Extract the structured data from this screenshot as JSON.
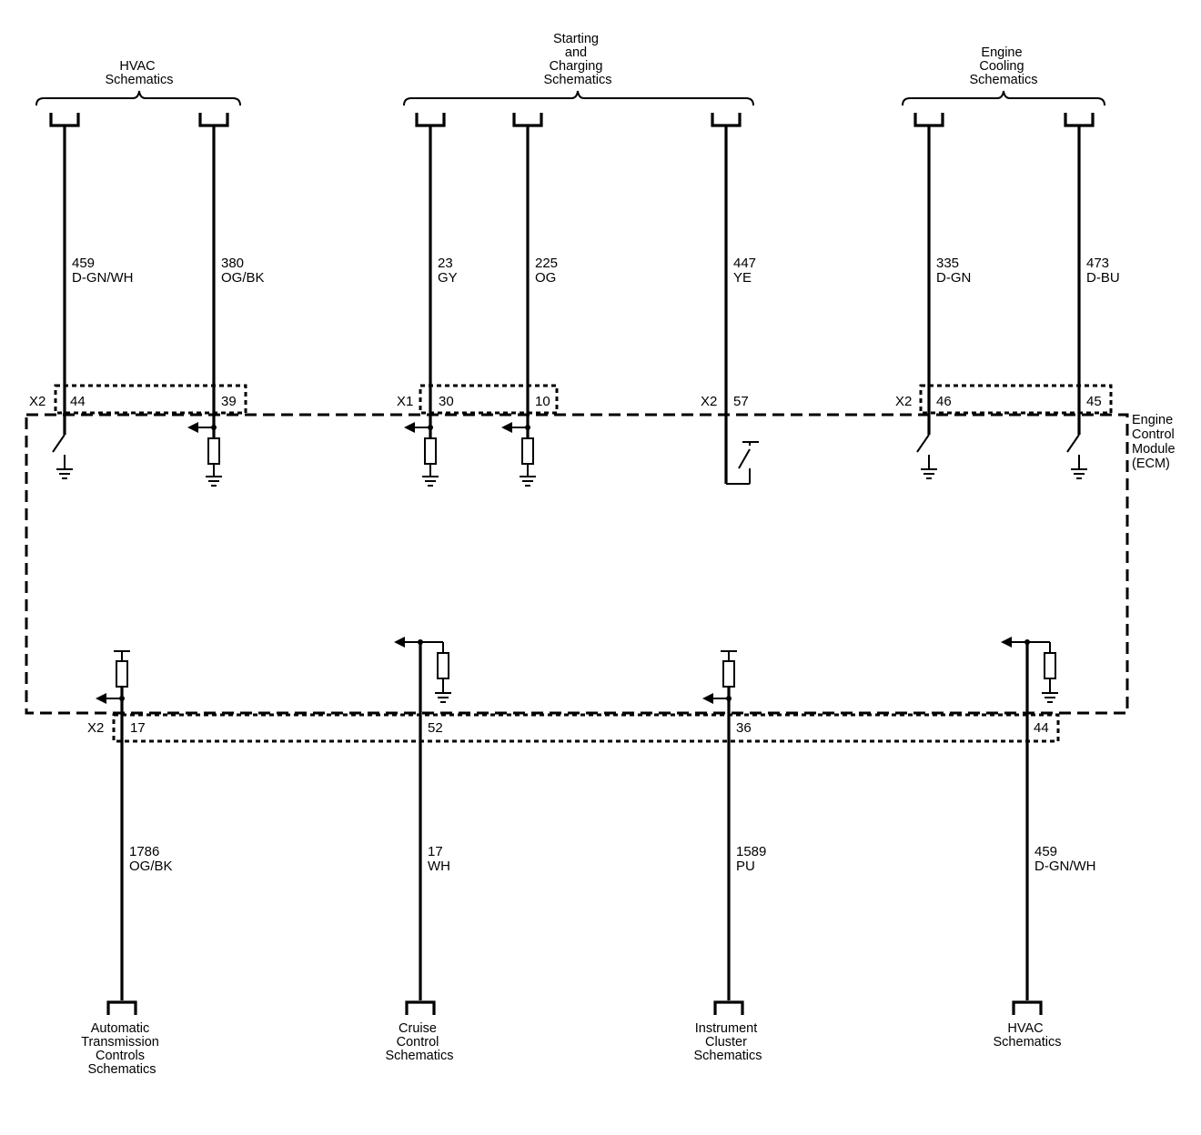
{
  "module": {
    "lines": [
      "Engine",
      "Control",
      "Module",
      "(ECM)"
    ]
  },
  "top_groups": [
    {
      "lines": [
        "HVAC",
        "Schematics"
      ]
    },
    {
      "lines": [
        "Starting",
        "and",
        "Charging",
        "Schematics"
      ]
    },
    {
      "lines": [
        "Engine",
        "Cooling",
        "Schematics"
      ]
    }
  ],
  "top_connectors": [
    {
      "name": "X2",
      "pins": [
        "44",
        "39"
      ]
    },
    {
      "name": "X1",
      "pins": [
        "30",
        "10"
      ]
    },
    {
      "name": "X2",
      "pins": [
        "57"
      ]
    },
    {
      "name": "X2",
      "pins": [
        "46",
        "45"
      ]
    }
  ],
  "top_circuits": [
    {
      "circuit": "459",
      "color": "D-GN/WH"
    },
    {
      "circuit": "380",
      "color": "OG/BK"
    },
    {
      "circuit": "23",
      "color": "GY"
    },
    {
      "circuit": "225",
      "color": "OG"
    },
    {
      "circuit": "447",
      "color": "YE"
    },
    {
      "circuit": "335",
      "color": "D-GN"
    },
    {
      "circuit": "473",
      "color": "D-BU"
    }
  ],
  "bottom_connector": {
    "name": "X2",
    "pins": [
      "17",
      "52",
      "36",
      "44"
    ]
  },
  "bottom_circuits": [
    {
      "circuit": "1786",
      "color": "OG/BK"
    },
    {
      "circuit": "17",
      "color": "WH"
    },
    {
      "circuit": "1589",
      "color": "PU"
    },
    {
      "circuit": "459",
      "color": "D-GN/WH"
    }
  ],
  "bottom_destinations": [
    {
      "lines": [
        "Automatic",
        "Transmission",
        "Controls",
        "Schematics"
      ]
    },
    {
      "lines": [
        "Cruise",
        "Control",
        "Schematics"
      ]
    },
    {
      "lines": [
        "Instrument",
        "Cluster",
        "Schematics"
      ]
    },
    {
      "lines": [
        "HVAC",
        "Schematics"
      ]
    }
  ]
}
